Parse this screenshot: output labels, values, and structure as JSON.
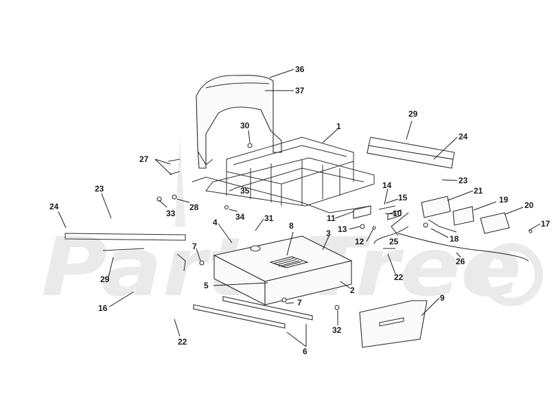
{
  "watermark": {
    "kind": "logo",
    "text": "PartsTree"
  },
  "callouts": {
    "c36": "36",
    "c37": "37",
    "c30": "30",
    "c1": "1",
    "c29a": "29",
    "c24a": "24",
    "c23a": "23",
    "c27": "27",
    "c35": "35",
    "c14": "14",
    "c21": "21",
    "c19": "19",
    "c20": "20",
    "c23b": "23",
    "c24b": "24",
    "c28": "28",
    "c33": "33",
    "c34": "34",
    "c31": "31",
    "c15": "15",
    "c11": "11",
    "c10": "10",
    "c17": "17",
    "c4": "4",
    "c8": "8",
    "c3": "3",
    "c13": "13",
    "c12": "12",
    "c25": "25",
    "c18": "18",
    "c7a": "7",
    "c26": "26",
    "c29b": "29",
    "c22a": "22",
    "c5": "5",
    "c2": "2",
    "c16": "16",
    "c7b": "7",
    "c9": "9",
    "c32": "32",
    "c22b": "22",
    "c6": "6"
  }
}
